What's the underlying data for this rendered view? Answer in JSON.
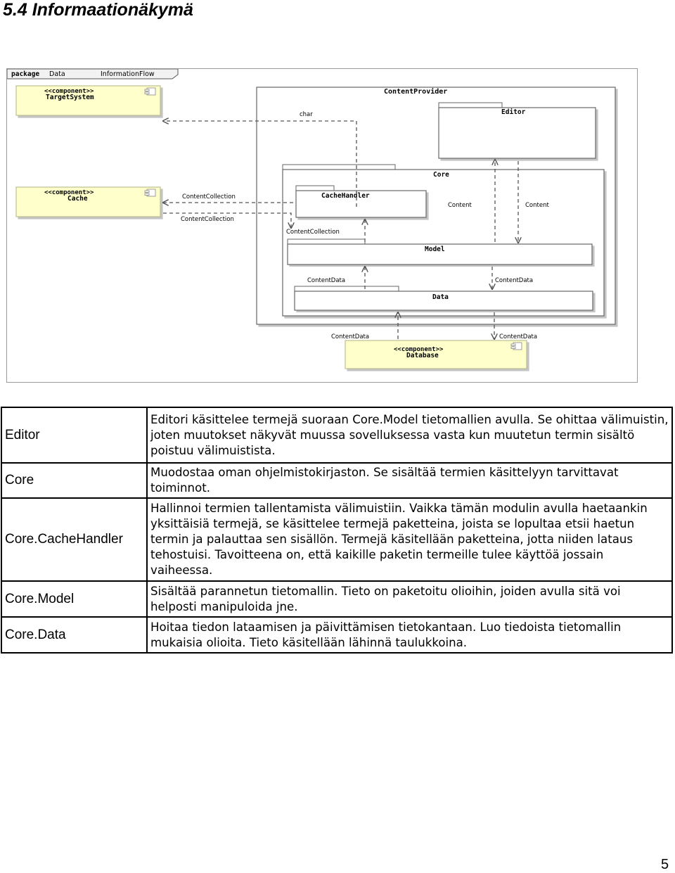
{
  "heading": "5.4 Informaationäkymä",
  "diagram": {
    "package_keyword": "package",
    "package_name": "Data",
    "package_flow": "InformationFlow",
    "target_stereotype": "<<component>>",
    "target_name": "TargetSystem",
    "cache_stereotype": "<<component>>",
    "cache_name": "Cache",
    "content_provider": "ContentProvider",
    "editor": "Editor",
    "core": "Core",
    "cache_handler": "CacheHandler",
    "model": "Model",
    "data": "Data",
    "database_stereotype": "<<component>>",
    "database_name": "Database",
    "label_char": "char",
    "label_cache_collection_1": "ContentCollection",
    "label_cache_collection_2": "ContentCollection",
    "label_handler_collection": "ContentCollection",
    "label_content_left": "Content",
    "label_content_right": "Content",
    "label_contentdata_model_left": "ContentData",
    "label_contentdata_model_right": "ContentData",
    "label_contentdata_db_left": "ContentData",
    "label_contentdata_db_right": "ContentData"
  },
  "table": {
    "rows": [
      {
        "name": "Editor",
        "desc": "Editori käsittelee termejä suoraan Core.Model tietomallien avulla. Se ohittaa välimuistin, joten muutokset näkyvät muussa sovelluksessa vasta kun muutetun termin sisältö poistuu välimuistista."
      },
      {
        "name": "Core",
        "desc": "Muodostaa oman ohjelmistokirjaston. Se sisältää termien käsittelyyn tarvittavat toiminnot."
      },
      {
        "name": "Core.CacheHandler",
        "desc": "Hallinnoi termien tallentamista välimuistiin. Vaikka tämän modulin avulla haetaankin yksittäisiä termejä, se käsittelee termejä paketteina, joista se lopultaa etsii haetun termin ja palauttaa sen sisällön. Termejä käsitellään paketteina, jotta niiden lataus tehostuisi. Tavoitteena on, että kaikille paketin termeille tulee käyttöä jossain vaiheessa."
      },
      {
        "name": "Core.Model",
        "desc": "Sisältää parannetun tietomallin. Tieto on paketoitu olioihin, joiden avulla sitä voi helposti manipuloida jne."
      },
      {
        "name": "Core.Data",
        "desc": "Hoitaa tiedon lataamisen ja päivittämisen tietokantaan. Luo tiedoista tietomallin mukaisia olioita. Tieto käsitellään lähinnä taulukkoina."
      }
    ]
  },
  "page_number": "5",
  "colors": {
    "component_fill": "#ffffcc",
    "component_border": "#c8c8a0",
    "package_shadow": "#c0c0c0"
  }
}
